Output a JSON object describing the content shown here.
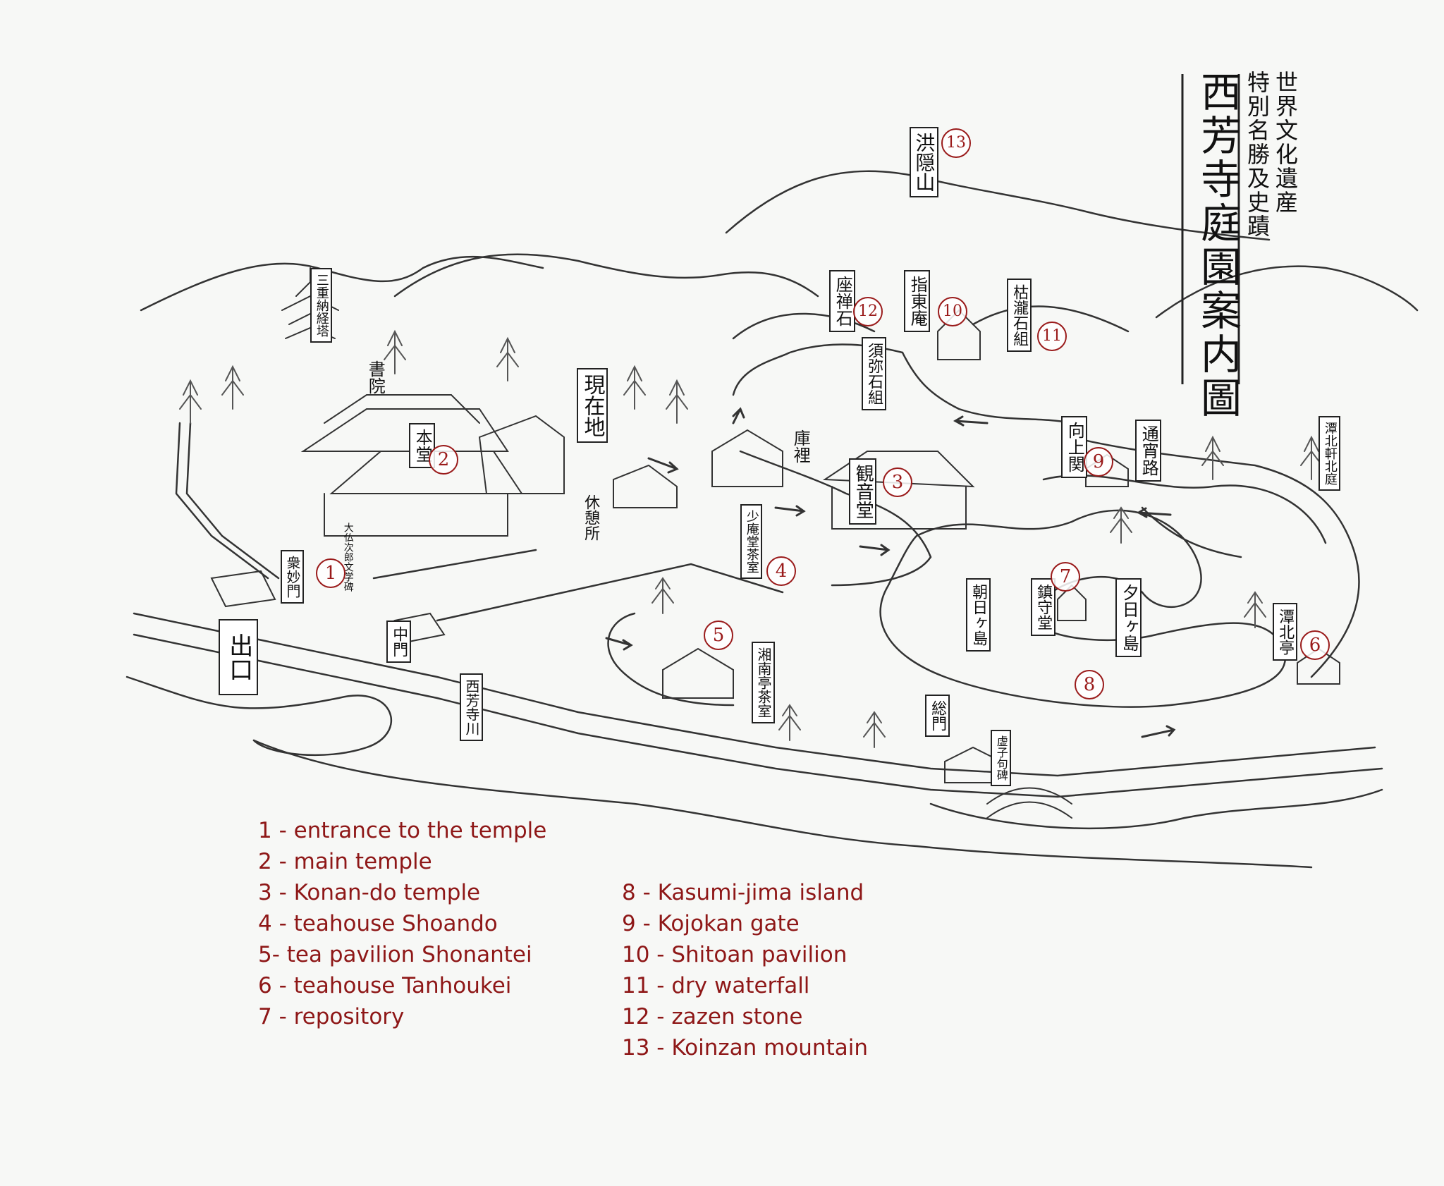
{
  "title": {
    "main": "西芳寺庭園案内圖",
    "sub1": "世界文化遺産",
    "sub2": "特別名勝及史蹟"
  },
  "map_labels": {
    "sanjunotou": "三重納経塔",
    "shoin": "書院",
    "hondo": "本堂",
    "genzaichi": "現在地",
    "kyukeisho": "休憩所",
    "kuri": "庫裡",
    "kannondo": "観音堂",
    "shoando": "少庵堂茶室",
    "shuyumon": "衆妙門",
    "kuyohi": "大仏次郎文学碑",
    "chumon": "中門",
    "deguchi": "出口",
    "saihoujigawa": "西芳寺川",
    "shonantei": "湘南亭茶室",
    "somon": "総門",
    "kushibi": "虚子句碑",
    "asahigashima": "朝日ヶ島",
    "chinjudo": "鎮守堂",
    "yuhigashima": "夕日ヶ島",
    "tanpokutei": "潭北亭",
    "tanpokukenteiniwa": "潭北軒北庭",
    "tsuushouro": "通宵路",
    "kojokan": "向上関",
    "kareishigumi": "枯瀧石組",
    "shitoan": "指東庵",
    "zazenseki": "座禅石",
    "shumisengumi": "須弥石組",
    "koinzan": "洪隠山"
  },
  "markers": [
    "1",
    "2",
    "3",
    "4",
    "5",
    "6",
    "7",
    "8",
    "9",
    "10",
    "11",
    "12",
    "13"
  ],
  "legend": {
    "left": [
      "1 - entrance to the temple",
      "2 - main temple",
      "3 - Konan-do temple",
      "4 - teahouse Shoando",
      "5- tea pavilion Shonantei",
      "6 - teahouse Tanhoukei",
      "7 - repository"
    ],
    "right": [
      "8 - Kasumi-jima island",
      "9 - Kojokan gate",
      "10 - Shitoan pavilion",
      "11 - dry waterfall",
      "12 - zazen stone",
      "13 - Koinzan mountain"
    ]
  },
  "colors": {
    "ink": "#222222",
    "marker": "#9a1b1b",
    "paper": "#f7f8f6"
  }
}
